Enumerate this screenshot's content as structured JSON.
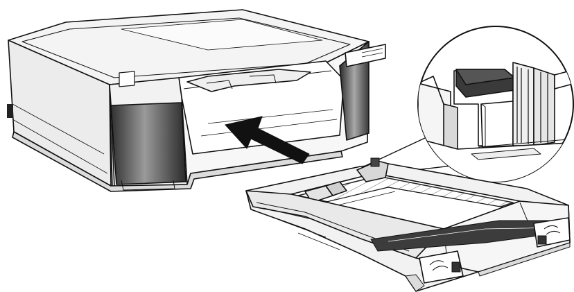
{
  "colors": {
    "line": "#111111",
    "paper": "#ffffff",
    "light_gray": "#e6e6e6",
    "mid_gray": "#bdbdbd",
    "dark_gray": "#6e6e6e",
    "black": "#1a1a1a"
  },
  "figure": {
    "description_free": true,
    "parts": [
      "printer",
      "paper-cassette",
      "insert-arrow",
      "detail-magnifier"
    ]
  }
}
